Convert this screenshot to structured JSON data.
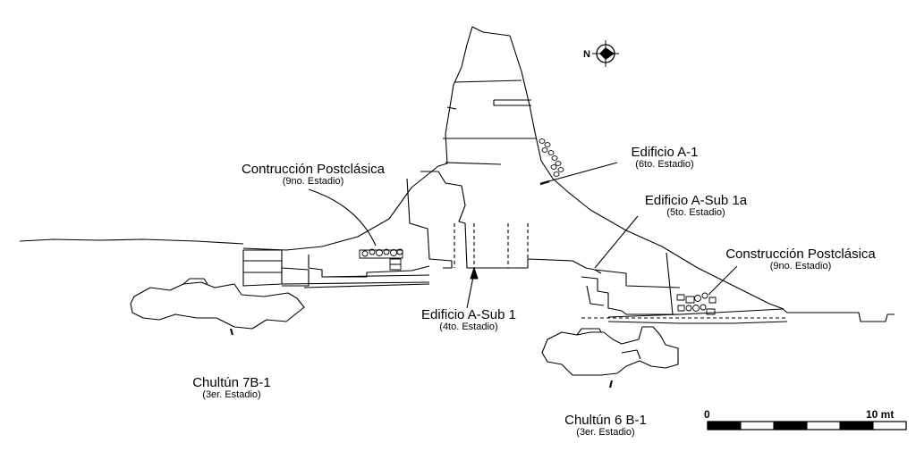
{
  "compass": {
    "north_label": "N",
    "icon": "compass-rose-icon"
  },
  "labels": {
    "edificio_a1": {
      "title": "Edificio A-1",
      "stage": "(6to. Estadio)"
    },
    "edificio_a_sub_1a": {
      "title": "Edificio A-Sub 1a",
      "stage": "(5to. Estadio)"
    },
    "postclasica_left": {
      "title": "Contrucción Postclásica",
      "stage": "(9no. Estadio)"
    },
    "postclasica_right": {
      "title": "Construcción Postclásica",
      "stage": "(9no. Estadio)"
    },
    "edificio_a_sub_1": {
      "title": "Edificio A-Sub 1",
      "stage": "(4to. Estadio)"
    },
    "chultun_7b1": {
      "title": "Chultún 7B-1",
      "stage": "(3er. Estadio)"
    },
    "chultun_6b1": {
      "title": "Chultún 6 B-1",
      "stage": "(3er. Estadio)"
    }
  },
  "scale_bar": {
    "start_label": "0",
    "end_label": "10 mt",
    "segments": 6
  }
}
